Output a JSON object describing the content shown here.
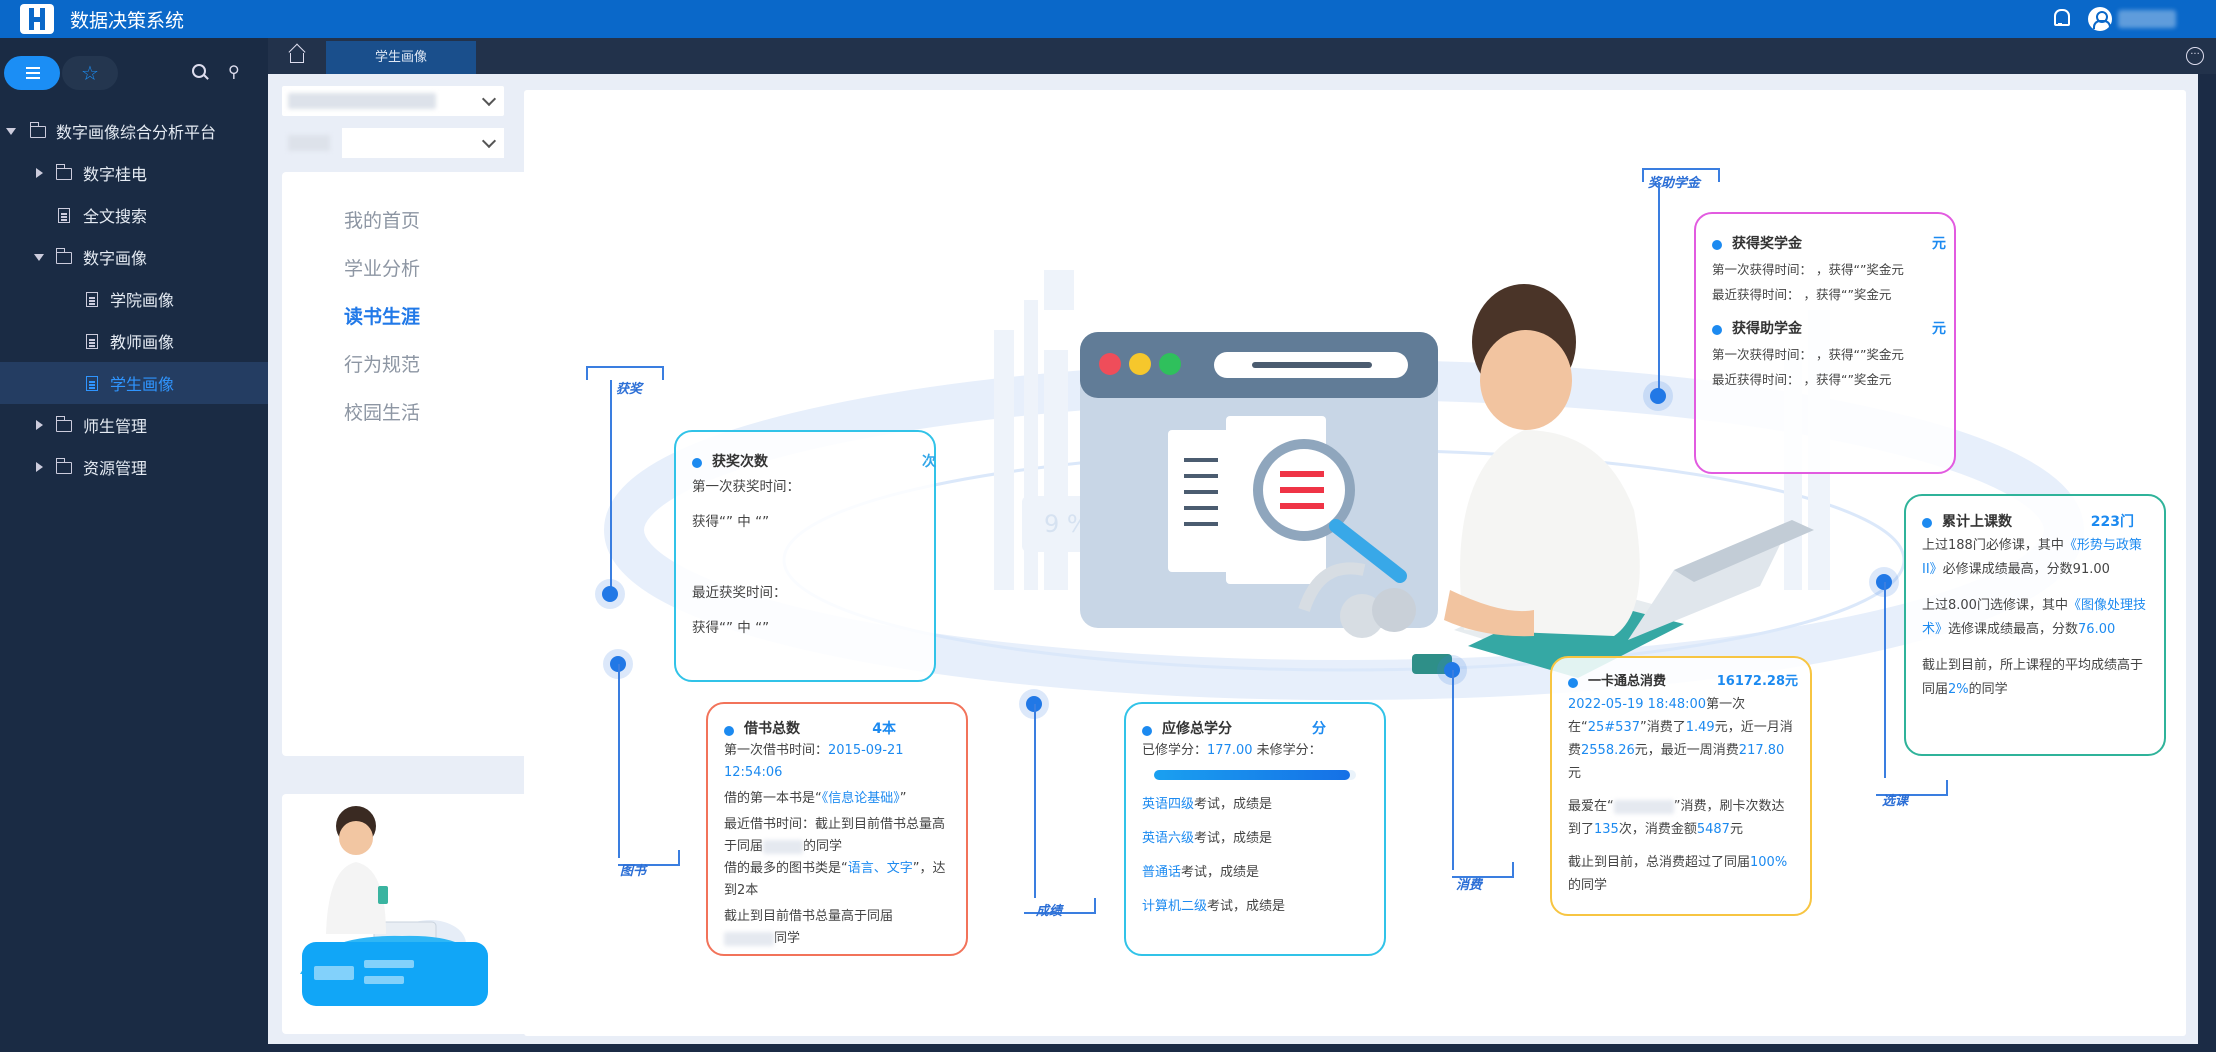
{
  "header": {
    "title": "数据决策系统"
  },
  "sidebar": {
    "items": [
      {
        "label": "数字画像综合分析平台"
      },
      {
        "label": "数字桂电"
      },
      {
        "label": "全文搜索"
      },
      {
        "label": "数字画像"
      },
      {
        "label": "学院画像"
      },
      {
        "label": "教师画像"
      },
      {
        "label": "学生画像"
      },
      {
        "label": "师生管理"
      },
      {
        "label": "资源管理"
      }
    ]
  },
  "tabs": {
    "active": "学生画像"
  },
  "menu": [
    "我的首页",
    "学业分析",
    "读书生涯",
    "行为规范",
    "校园生活"
  ],
  "hero": {
    "faded_percent": "9 %"
  },
  "tags": {
    "award": "获奖",
    "scholarship": "奖助学金",
    "library": "图书",
    "grades": "成绩",
    "consume": "消费",
    "courses": "选课"
  },
  "award_card": {
    "title": "获奖次数",
    "unit": "次",
    "first_time": "第一次获奖时间：",
    "first_detail": "获得“” 中 “”",
    "last_time": "最近获奖时间：",
    "last_detail": "获得“” 中 “”"
  },
  "scholar_card": {
    "title1": "获得奖学金",
    "unit1": "元",
    "l1": "第一次获得时间： ，获得“”奖金元",
    "l2": "最近获得时间： ，获得“”奖金元",
    "title2": "获得助学金",
    "unit2": "元",
    "l3": "第一次获得时间： ，获得“”奖金元",
    "l4": "最近获得时间： ，获得“”奖金元"
  },
  "course_card": {
    "title": "累计上课数",
    "value": "223门",
    "p1a": "上过188门必修课，其中",
    "p1b": "《形势与政策II》",
    "p1c": "必修课成绩最高，分数91.00",
    "p2a": "上过8.00门选修课，其中",
    "p2b": "《图像处理技术》",
    "p2c": "选修课成绩最高，分数",
    "p2d": "76.00",
    "p3a": "截止到目前，所上课程的平均成绩高于同届",
    "p3b": "2%",
    "p3c": "的同学"
  },
  "book_card": {
    "title": "借书总数",
    "value": "4本",
    "first_label": "第一次借书时间：",
    "first_time": "2015-09-21 12:54:06",
    "first_book_a": "借的第一本书是“",
    "first_book_b": "《信息论基础》",
    "first_book_c": "”",
    "p2a": "最近借书时间：截止到目前借书总量高于同届",
    "p2b": "的同学",
    "p3a": "借的最多的图书类是“",
    "p3b": "语言、文字",
    "p3c": "”，达到2本",
    "p4a": "截止到目前借书总量高于同届",
    "p4b": "同学"
  },
  "credit_card": {
    "title": "应修总学分",
    "unit": "分",
    "done_label": "已修学分：",
    "done_value": "177.00",
    "undone_label": "未修学分：",
    "progress": 0.97,
    "e1": "英语四级",
    "e2": "英语六级",
    "e3": "普通话",
    "e4": "计算机二级",
    "suffix": "考试，成绩是"
  },
  "card_card": {
    "title": "一卡通总消费",
    "value": "16172.28元",
    "p1a": "2022-05-19 18:48:00",
    "p1b": "第一次",
    "p1c": "在“",
    "p1d": "25#537",
    "p1e": "”消费了",
    "p1f": "1.49",
    "p1g": "元，近一月消费",
    "p1h": "2558.26",
    "p1i": "元，最近一周消费",
    "p1j": "217.80",
    "p1k": "元",
    "p2a": "最爱在“",
    "p2b": "”消费，刷卡次数达到了",
    "p2c": "135",
    "p2d": "次，消费金额",
    "p2e": "5487",
    "p2f": "元",
    "p3a": "截止到目前，总消费超过了同届",
    "p3b": "100%",
    "p3c": "的同学"
  },
  "colors": {
    "topbar": "#0a68c9",
    "sidebar": "#1a2b44",
    "accent": "#1c8af0",
    "award_border": "#31c3e8",
    "scholar_border": "#e25be0",
    "course_border": "#2fb39a",
    "book_border": "#f2735a",
    "credit_border": "#31c3e8",
    "card_border": "#f7c542"
  },
  "icons": [
    "logo-icon",
    "bell-icon",
    "user-icon",
    "list-icon",
    "star-icon",
    "search-icon",
    "pin-icon",
    "home-icon",
    "more-icon",
    "folder-icon",
    "document-icon"
  ]
}
